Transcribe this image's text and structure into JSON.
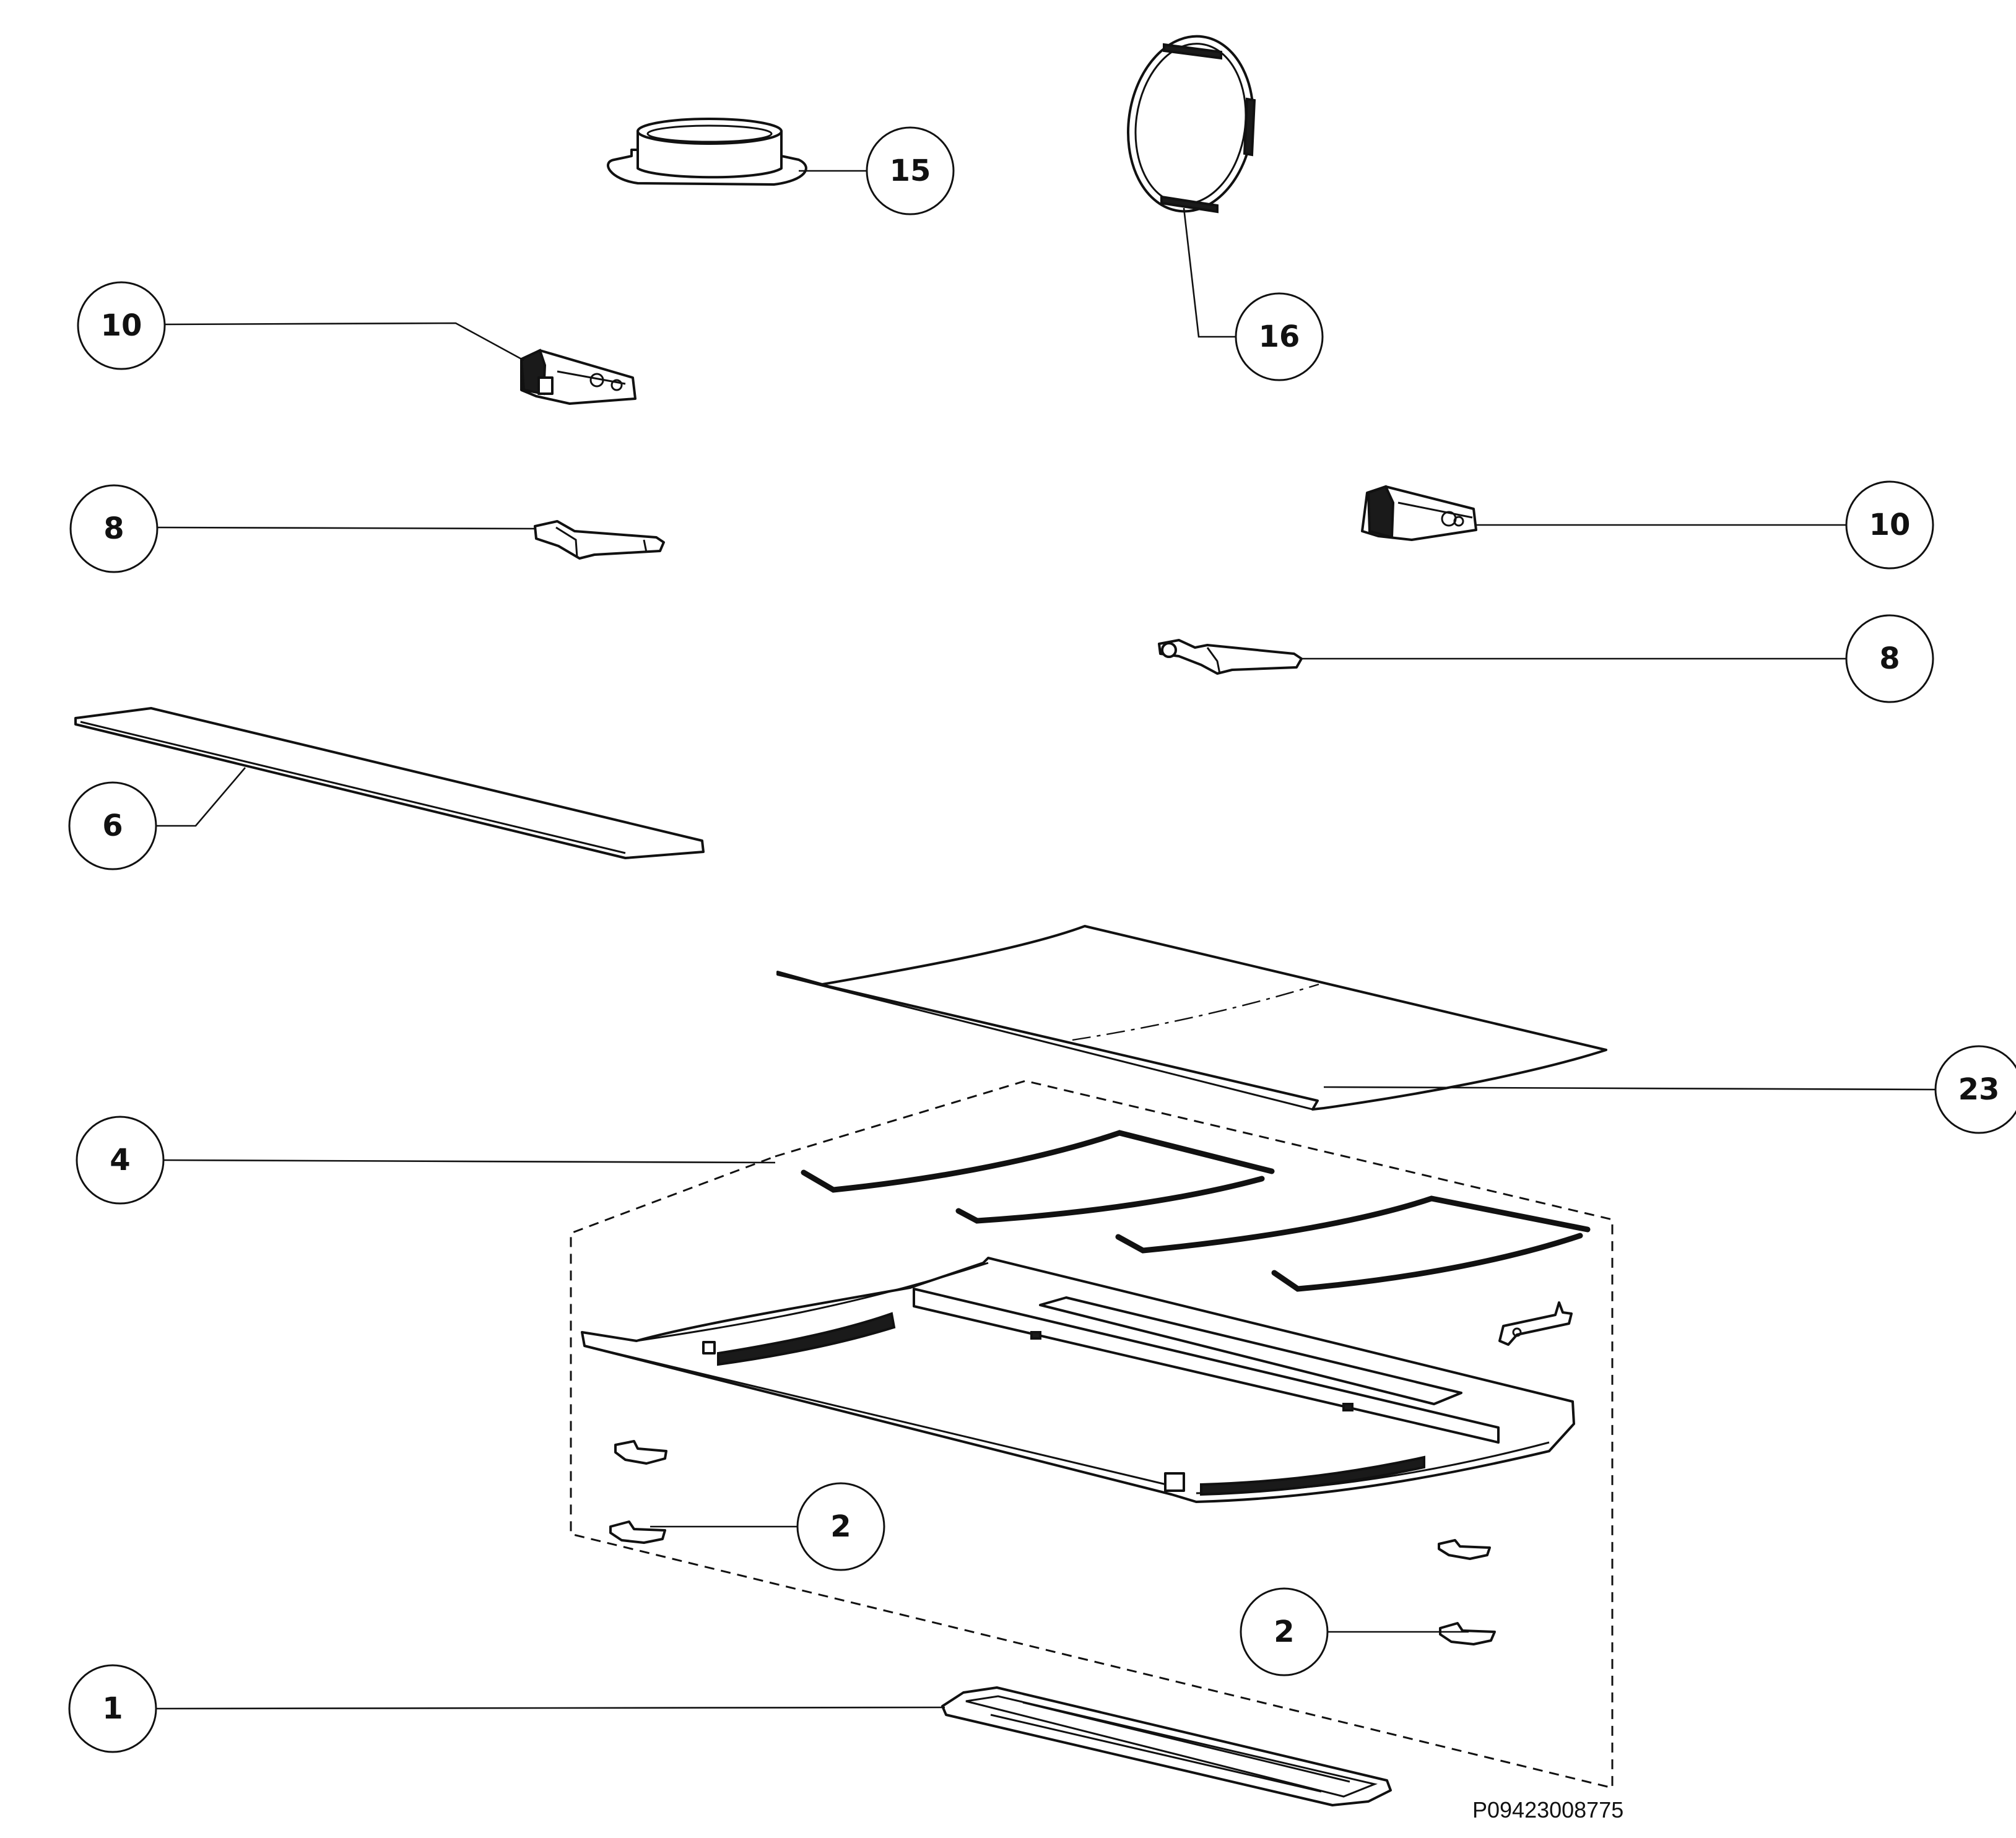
{
  "drawing": {
    "reference_code": "P09423008775"
  },
  "callouts": [
    {
      "id": "15",
      "label": "15",
      "part": "flue-collar"
    },
    {
      "id": "16",
      "label": "16",
      "part": "round-filter"
    },
    {
      "id": "10a",
      "label": "10",
      "part": "hinge-bracket-left"
    },
    {
      "id": "10b",
      "label": "10",
      "part": "hinge-bracket-right"
    },
    {
      "id": "8a",
      "label": "8",
      "part": "hinge-arm-left"
    },
    {
      "id": "8b",
      "label": "8",
      "part": "hinge-arm-right"
    },
    {
      "id": "6",
      "label": "6",
      "part": "front-strip"
    },
    {
      "id": "23",
      "label": "23",
      "part": "glass-canopy"
    },
    {
      "id": "4",
      "label": "4",
      "part": "frame-assembly"
    },
    {
      "id": "2a",
      "label": "2",
      "part": "clip-left"
    },
    {
      "id": "2b",
      "label": "2",
      "part": "clip-right"
    },
    {
      "id": "1",
      "label": "1",
      "part": "grease-filter-tray"
    }
  ]
}
